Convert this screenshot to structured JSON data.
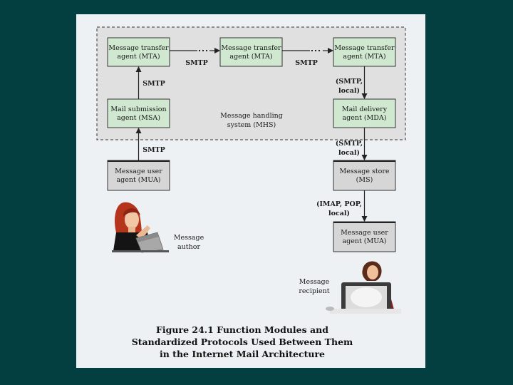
{
  "figure": {
    "boxes": {
      "mta1": [
        "Message transfer",
        "agent (MTA)"
      ],
      "mta2": [
        "Message transfer",
        "agent (MTA)"
      ],
      "mta3": [
        "Message transfer",
        "agent (MTA)"
      ],
      "msa": [
        "Mail submission",
        "agent (MSA)"
      ],
      "mda": [
        "Mail delivery",
        "agent (MDA)"
      ],
      "mua_author": [
        "Message user",
        "agent (MUA)"
      ],
      "ms": [
        "Message store",
        "(MS)"
      ],
      "mua_recipient": [
        "Message user",
        "agent (MUA)"
      ]
    },
    "mhs_label": [
      "Message handling",
      "system (MHS)"
    ],
    "protocols": {
      "mta1_mta2": "SMTP",
      "mta2_mta3": "SMTP",
      "msa_mta1": "SMTP",
      "mua_msa": "SMTP",
      "mta3_mda": [
        "(SMTP,",
        "local)"
      ],
      "mda_ms": [
        "(SMTP,",
        "local)"
      ],
      "ms_mua": [
        "(IMAP, POP,",
        "local)"
      ]
    },
    "people": {
      "author": [
        "Message",
        "author"
      ],
      "recipient": [
        "Message",
        "recipient"
      ]
    },
    "caption": [
      "Figure 24.1  Function Modules and",
      "Standardized Protocols Used Between Them",
      "in the Internet Mail Architecture"
    ]
  },
  "colors": {
    "background": "#033f40",
    "panel": "#edf1f3",
    "agent_box": "#cfe8cf",
    "store_box": "#d6d6d6",
    "mhs_region": "#e0e0e0"
  }
}
